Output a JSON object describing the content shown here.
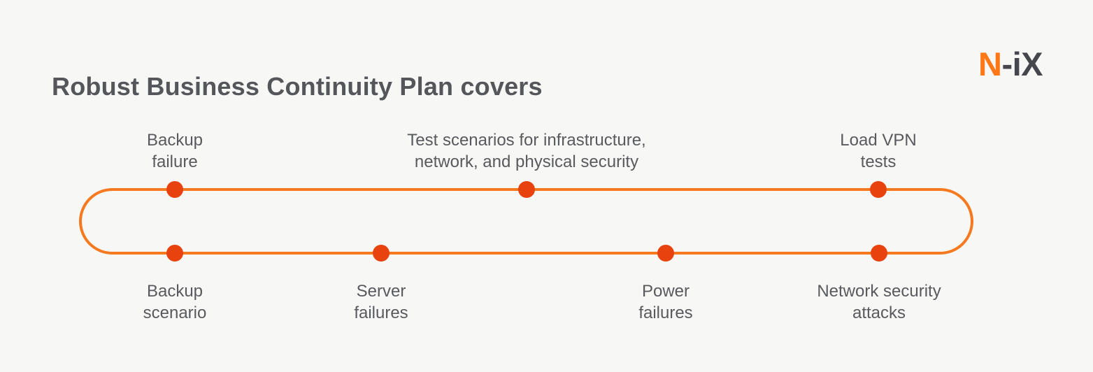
{
  "page": {
    "title": "Robust Business Continuity Plan covers"
  },
  "logo": {
    "accent_part": "N",
    "dark_part": "-iX",
    "accent_color": "#FF7817",
    "dark_color": "#46474C"
  },
  "colors": {
    "background": "#F7F7F6",
    "loop_line": "#F5791F",
    "dot": "#E8430E",
    "label_text": "#595A5E",
    "title_text": "#55565A"
  },
  "diagram": {
    "shape": "stadium-loop",
    "top_nodes": [
      {
        "label": "Backup\nfailure"
      },
      {
        "label": "Test scenarios for infrastructure,\nnetwork, and physical security"
      },
      {
        "label": "Load VPN\ntests"
      }
    ],
    "bottom_nodes": [
      {
        "label": "Backup\nscenario"
      },
      {
        "label": "Server\nfailures"
      },
      {
        "label": "Power\nfailures"
      },
      {
        "label": "Network security\nattacks"
      }
    ]
  }
}
